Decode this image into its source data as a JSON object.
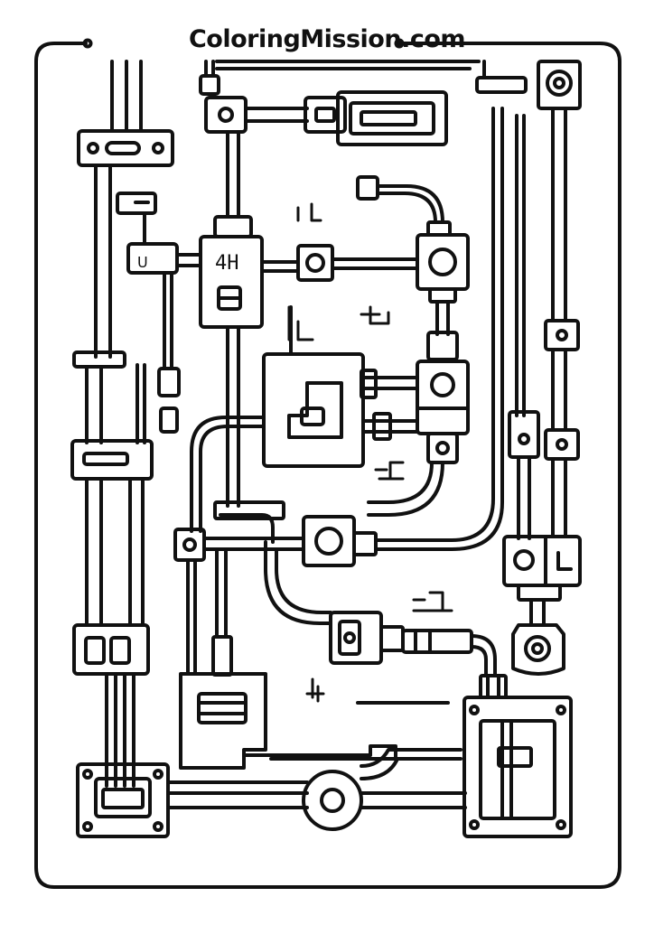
{
  "header": {
    "site_name": "ColoringMission.com"
  },
  "colors": {
    "ink": "#111111",
    "paper": "#ffffff"
  },
  "illustration": {
    "glyphs": {
      "g1": "4H",
      "g2": "ʟ|ʟ",
      "g3": "ɿ|",
      "g4": "ᑌ"
    }
  }
}
